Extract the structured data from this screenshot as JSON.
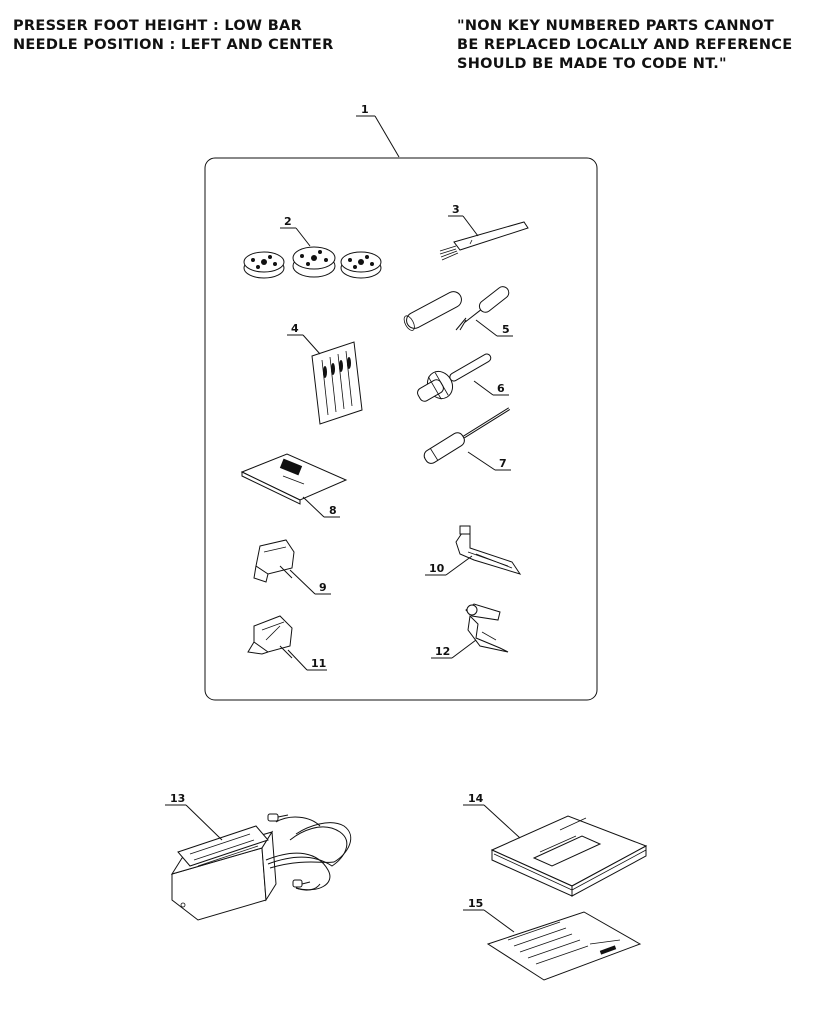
{
  "header": {
    "left_lines": [
      "PRESSER FOOT HEIGHT : LOW BAR",
      "NEEDLE POSITION : LEFT AND CENTER"
    ],
    "right_lines": [
      "\"NON KEY NUMBERED PARTS CANNOT",
      "BE REPLACED LOCALLY AND REFERENCE",
      "SHOULD BE MADE TO CODE NT.\""
    ]
  },
  "callouts": {
    "c1": "1",
    "c2": "2",
    "c3": "3",
    "c4": "4",
    "c5": "5",
    "c6": "6",
    "c7": "7",
    "c8": "8",
    "c9": "9",
    "c10": "10",
    "c11": "11",
    "c12": "12",
    "c13": "13",
    "c14": "14",
    "c15": "15"
  },
  "icons": {
    "bobbins": "bobbin-icon",
    "lint_brush": "lint-brush-icon",
    "seam_ripper": "seam-ripper-icon",
    "needle_pack": "needle-pack-icon",
    "screwdriver_large": "screwdriver-icon",
    "screwdriver_small": "screwdriver-icon",
    "needle_plate": "needle-plate-icon",
    "presser_foot": "presser-foot-icon",
    "foot_controller": "foot-controller-icon",
    "instruction_book": "instruction-book-icon",
    "sheet": "parts-sheet-icon"
  }
}
